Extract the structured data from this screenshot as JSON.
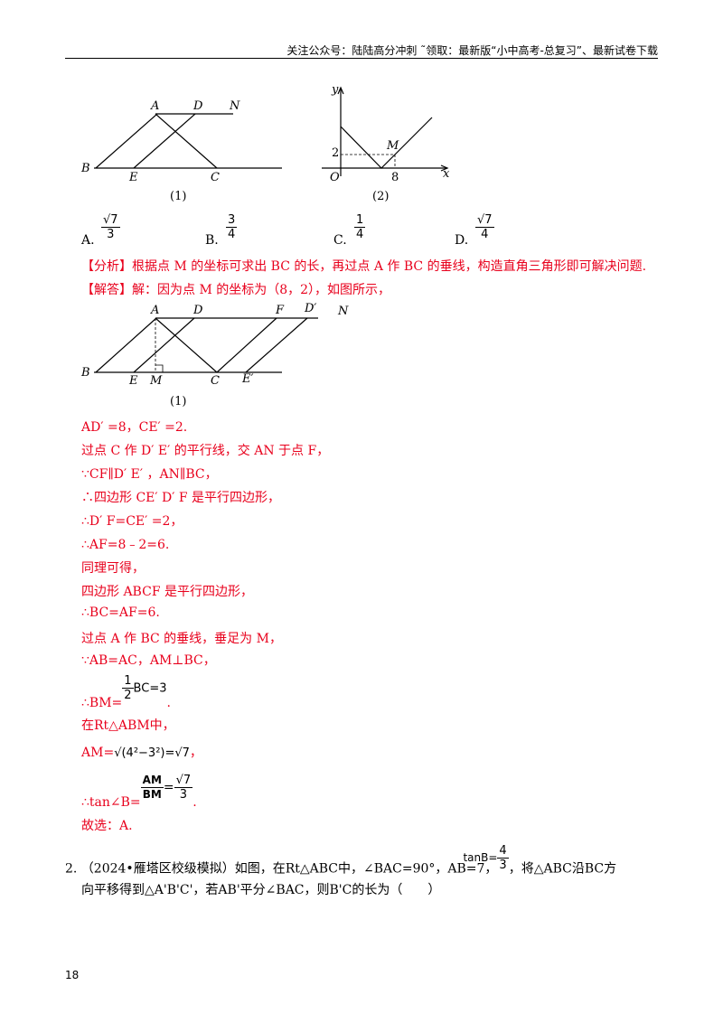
{
  "header": "关注公众号：陆陆高分冲刺   ˜领取：最新版“小中高考-总复习”、最新试卷下载",
  "figure1": {
    "caption": "(1)",
    "labels": {
      "A": "A",
      "D": "D",
      "N": "N",
      "B": "B",
      "E": "E",
      "C": "C"
    }
  },
  "figure2": {
    "caption": "(2)",
    "labels": {
      "y": "y",
      "x": "x",
      "O": "O",
      "two": "2",
      "eight": "8",
      "M": "M"
    }
  },
  "options": [
    {
      "letter": "A.",
      "num": "√7",
      "den": "3"
    },
    {
      "letter": "B.",
      "num": "3",
      "den": "4"
    },
    {
      "letter": "C.",
      "num": "1",
      "den": "4"
    },
    {
      "letter": "D.",
      "num": "√7",
      "den": "4"
    }
  ],
  "analysis": "【分析】根据点 M 的坐标可求出 BC 的长，再过点 A 作 BC 的垂线，构造直角三角形即可解决问题.",
  "answer_intro": "【解答】解：因为点 M 的坐标为（8，2），如图所示，",
  "figure3": {
    "caption": "(1)",
    "labels": {
      "A": "A",
      "D": "D",
      "F": "F",
      "Dp": "D′",
      "N": "N",
      "B": "B",
      "E": "E",
      "M": "M",
      "C": "C",
      "Ep": "E′"
    }
  },
  "solution": [
    "AD′ =8，CE′ =2.",
    "过点 C 作 D′ E′ 的平行线，交 AN 于点 F，",
    "∵CF∥D′ E′ ，AN∥BC，",
    "∴四边形 CE′ D′ F 是平行四边形，",
    "∴D′ F=CE′ =2，",
    "∴AF=8﹣2=6.",
    "同理可得，",
    "四边形 ABCF 是平行四边形，",
    "∴BC=AF=6.",
    "过点 A 作 BC 的垂线，垂足为 M，",
    "∵AB=AC，AM⊥BC，"
  ],
  "bm_line": {
    "prefix": "∴BM=",
    "num": "1",
    "den": "2",
    "rest": "BC=3",
    "end": "."
  },
  "rt_line": "在Rt△ABM中，",
  "am_line": {
    "prefix": "AM=",
    "expr": "√(4²−3²)=√7",
    "end": "，"
  },
  "tan_line": {
    "prefix": "∴tan∠B=",
    "num1": "AM",
    "den1": "BM",
    "eq": "=",
    "num2": "√7",
    "den2": "3",
    "end": "."
  },
  "choice": "故选：A.",
  "q2": {
    "line1a": "2. （2024•雁塔区校级模拟）如图，在Rt△ABC中，∠BAC=90°，AB=7，",
    "tan_prefix": "tanB=",
    "tan_num": "4",
    "tan_den": "3",
    "line1b": "，将△ABC沿BC方",
    "line2": "向平移得到△A'B'C'，若AB'平分∠BAC，则B'C的长为（　　）"
  },
  "page_number": "18",
  "colors": {
    "answer": "#e8001c"
  }
}
